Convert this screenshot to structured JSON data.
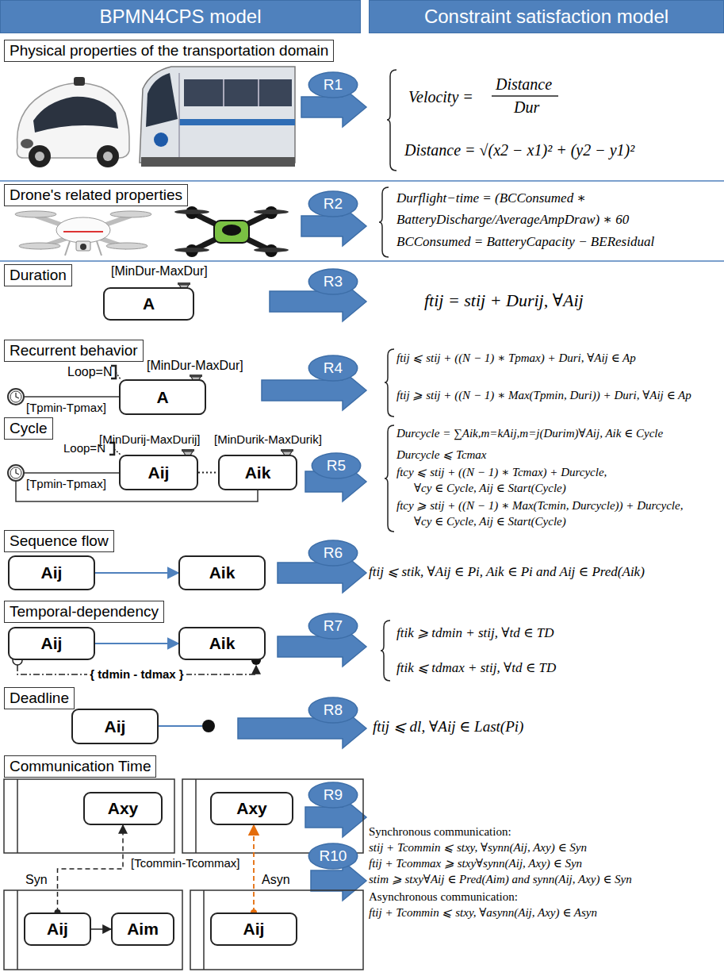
{
  "diagram": {
    "nodes": [
      {
        "text": [
          "BPMN4CPS model"
        ]
      },
      {
        "text": [
          "Constraint satisfaction model"
        ]
      },
      {
        "text": [
          "Physical properties of the transportation domain"
        ]
      },
      {
        "text": [
          "R1"
        ]
      },
      {
        "text": [
          "Drone's related properties"
        ]
      },
      {
        "text": [
          "R2"
        ]
      },
      {
        "text": [
          "Duration"
        ]
      },
      {
        "text": [
          "A"
        ]
      },
      {
        "text": [
          "R3"
        ]
      },
      {
        "text": [
          "Recurrent behavior"
        ]
      },
      {
        "text": [
          "A"
        ]
      },
      {
        "text": [
          "R4"
        ]
      },
      {
        "text": [
          "Cycle"
        ]
      },
      {
        "text": [
          "Aij"
        ]
      },
      {
        "text": [
          "Aik"
        ]
      },
      {
        "text": [
          "R5"
        ]
      },
      {
        "text": [
          "Sequence flow"
        ]
      },
      {
        "text": [
          "Aij"
        ]
      },
      {
        "text": [
          "Aik"
        ]
      },
      {
        "text": [
          "R6"
        ]
      },
      {
        "text": [
          "Temporal-dependency"
        ]
      },
      {
        "text": [
          "Aij"
        ]
      },
      {
        "text": [
          "Aik"
        ]
      },
      {
        "text": [
          "R7"
        ]
      },
      {
        "text": [
          "Deadline"
        ]
      },
      {
        "text": [
          "Aij"
        ]
      },
      {
        "text": [
          "R8"
        ]
      },
      {
        "text": [
          "Communication Time"
        ]
      },
      {
        "text": [
          "Axy"
        ]
      },
      {
        "text": [
          "Axy"
        ]
      },
      {
        "text": [
          "R9"
        ]
      },
      {
        "text": [
          "R10"
        ]
      },
      {
        "text": [
          "Aij"
        ]
      },
      {
        "text": [
          "Aim"
        ]
      },
      {
        "text": [
          "Aij"
        ]
      }
    ],
    "edges": [
      {
        "from": 17,
        "to": 18,
        "arrow": "to"
      },
      {
        "from": 21,
        "to": 22,
        "arrow": "to"
      },
      {
        "from": 21,
        "to": 22,
        "arrow": "to",
        "label": "{ tdmin - tdmax }"
      },
      {
        "from": 13,
        "to": 14,
        "arrow": "none"
      },
      {
        "from": 32,
        "to": 33,
        "arrow": "to"
      },
      {
        "from": 32,
        "to": 28,
        "arrow": "to"
      },
      {
        "from": 34,
        "to": 29,
        "arrow": "to"
      }
    ],
    "labels": [
      "Velocity =",
      "Distance",
      "Dur",
      "Distance = √(x2 − x1)² + (y2 − y1)²",
      "Durflight−time = (BCConsumed ∗",
      "BatteryDischarge/AverageAmpDraw) ∗ 60",
      "BCConsumed = BatteryCapacity − BEResidual",
      "[MinDur-MaxDur]",
      "ftij = stij + Durij, ∀Aij",
      "[MinDur-MaxDur]",
      "Loop=N",
      "[Tpmin-Tpmax]",
      "ftij ⩽ stij + ((N − 1) ∗ Tpmax) + Duri, ∀Aij ∈ Ap",
      "ftij ⩾ stij + ((N − 1) ∗ Max(Tpmin, Duri)) + Duri, ∀Aij ∈ Ap",
      "[MinDurij-MaxDurij]",
      "[MinDurik-MaxDurik]",
      "Loop=N",
      "[Tpmin-Tpmax]",
      "Durcycle = ∑Aik,m=kAij,m=j(Durim)∀Aij, Aik ∈ Cycle",
      "Durcycle ⩽ Tcmax",
      "ftcy ⩽ stij + ((N − 1) ∗ Tcmax) + Durcycle,",
      "∀cy ∈ Cycle, Aij ∈ Start(Cycle)",
      "ftcy ⩾ stij + ((N − 1) ∗ Max(Tcmin, Durcycle)) + Durcycle,",
      "∀cy ∈ Cycle, Aij ∈ Start(Cycle)",
      "ftij ⩽ stik, ∀Aij ∈ Pi, Aik ∈ Pi and Aij ∈ Pred(Aik)",
      "ftik ⩾ tdmin + stij, ∀td ∈ TD",
      "ftik ⩽ tdmax + stij, ∀td ∈ TD",
      "ftij ⩽ dl, ∀Aij ∈ Last(Pi)",
      "[Tcommin-Tcommax]",
      "Syn",
      "Asyn",
      "Synchronous communication:",
      "stij + Tcommin ⩽ stxy, ∀synn(Aij, Axy) ∈ Syn",
      "ftij + Tcommax ⩾ stxy∀synn(Aij, Axy) ∈ Syn",
      "stim ⩾ stxy∀Aij ∈ Pred(Aim) and synn(Aij, Axy) ∈ Syn",
      "Asynchronous communication:",
      "ftij + Tcommin ⩽ stxy, ∀asynn(Aij, Axy) ∈ Asyn"
    ]
  }
}
